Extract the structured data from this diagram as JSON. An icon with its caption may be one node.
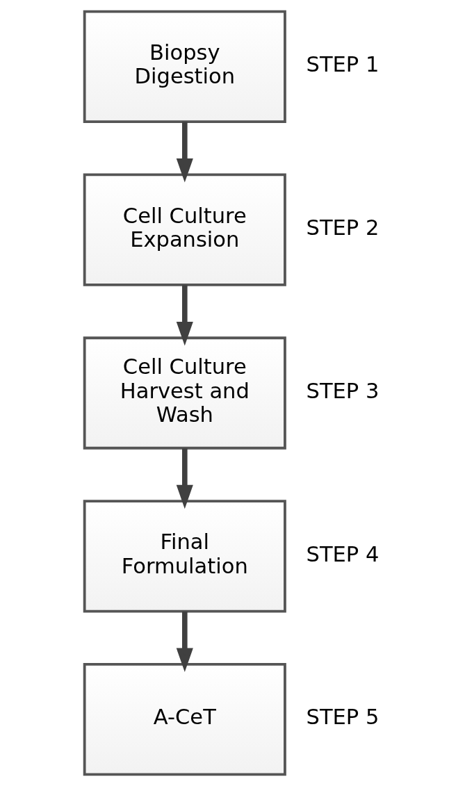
{
  "diagram": {
    "nodes": [
      {
        "text": [
          "Biopsy Digestion"
        ],
        "beside": [
          "STEP 1"
        ]
      },
      {
        "text": [
          "Cell Culture Expansion"
        ],
        "beside": [
          "STEP 2"
        ]
      },
      {
        "text": [
          "Cell Culture Harvest and Wash"
        ],
        "beside": [
          "STEP 3"
        ]
      },
      {
        "text": [
          "Final Formulation"
        ],
        "beside": [
          "STEP 4"
        ]
      },
      {
        "text": [
          "A-CeT"
        ],
        "beside": [
          "STEP 5"
        ]
      }
    ],
    "edges": [
      {
        "from": 0,
        "to": 1,
        "arrow": "to"
      },
      {
        "from": 1,
        "to": 2,
        "arrow": "to"
      },
      {
        "from": 2,
        "to": 3,
        "arrow": "to"
      },
      {
        "from": 3,
        "to": 4,
        "arrow": "to"
      }
    ]
  }
}
